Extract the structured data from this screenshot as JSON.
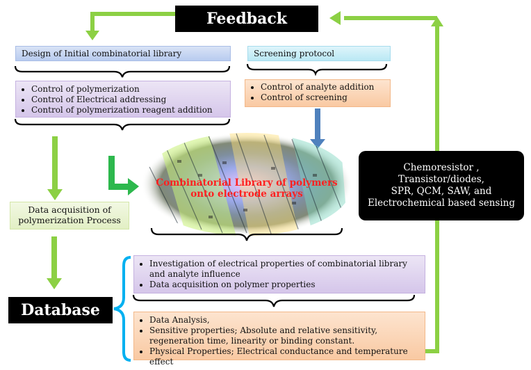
{
  "feedback": {
    "label": "Feedback"
  },
  "database": {
    "label": "Database"
  },
  "design": {
    "title": "Design of Initial combinatorial library"
  },
  "screening": {
    "title": "Screening protocol"
  },
  "polymerization_controls": {
    "items": [
      "Control of polymerization",
      "Control of Electrical addressing",
      "Control of polymerization reagent addition"
    ]
  },
  "screening_controls": {
    "items": [
      "Control of analyte addition",
      "Control of screening"
    ]
  },
  "acquisition": {
    "line1": "Data acquisition of",
    "line2": "polymerization Process"
  },
  "library": {
    "line1": "Combinatorial Library of polymers",
    "line2": "onto electrode arrays"
  },
  "sensing": {
    "line1": "Chemoresistor ,",
    "line2": "Transistor/diodes,",
    "line3": "SPR, QCM, SAW, and",
    "line4": "Electrochemical based sensing"
  },
  "investigation": {
    "items": [
      "Investigation of  electrical properties of combinatorial library and analyte influence",
      "Data acquisition on polymer properties"
    ]
  },
  "analysis": {
    "items": [
      "Data Analysis,",
      "Sensitive properties; Absolute and relative sensitivity, regeneration time, linearity or binding constant.",
      "Physical Properties; Electrical conductance and temperature effect"
    ]
  },
  "colors": {
    "green_arrow": "#8cd044",
    "blue_arrow": "#4f81bd",
    "brace": "#000000",
    "database_brace": "#00b0f0",
    "library_text": "#ff2020"
  }
}
